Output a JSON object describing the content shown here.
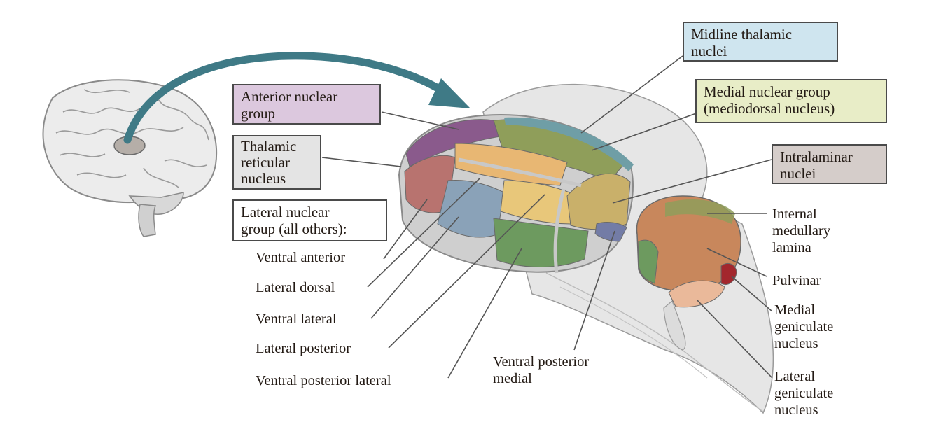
{
  "colors": {
    "midline_box": "#cfe5ef",
    "medial_box": "#e8edc7",
    "intralaminar_box": "#d5cdca",
    "anterior_box": "#dcc8de",
    "reticular_box": "#e4e4e4",
    "lateral_box": "#ffffff",
    "arrow": "#3f7a86",
    "anterior": "#8a5a8c",
    "lateral_dorsal": "#e8b773",
    "ventral_anterior": "#b8736f",
    "ventral_lateral": "#8aa2b8",
    "lateral_posterior": "#e8c77a",
    "vpl": "#6d9a5f",
    "vpm": "#737ca6",
    "medial_group": "#8f9e5a",
    "midline": "#6f9ea6",
    "pulvinar": "#c8875c",
    "mgn": "#a3272d",
    "lgn": "#eab99a"
  },
  "labels": {
    "midline_thalamic": "Midline thalamic\nnuclei",
    "medial_nuclear": "Medial nuclear group\n(mediodorsal nucleus)",
    "intralaminar": "Intralaminar\nnuclei",
    "anterior_nuclear": "Anterior nuclear\ngroup",
    "thalamic_reticular": "Thalamic\nreticular\nnucleus",
    "lateral_nuclear": "Lateral nuclear\ngroup (all others):",
    "ventral_anterior": "Ventral anterior",
    "lateral_dorsal": "Lateral dorsal",
    "ventral_lateral": "Ventral lateral",
    "lateral_posterior": "Lateral posterior",
    "vpl": "Ventral posterior lateral",
    "vpm": "Ventral posterior\nmedial",
    "internal_medullary": "Internal\nmedullary\nlamina",
    "pulvinar": "Pulvinar",
    "medial_geniculate": "Medial\ngeniculate\nnucleus",
    "lateral_geniculate": "Lateral\ngeniculate\nnucleus"
  }
}
